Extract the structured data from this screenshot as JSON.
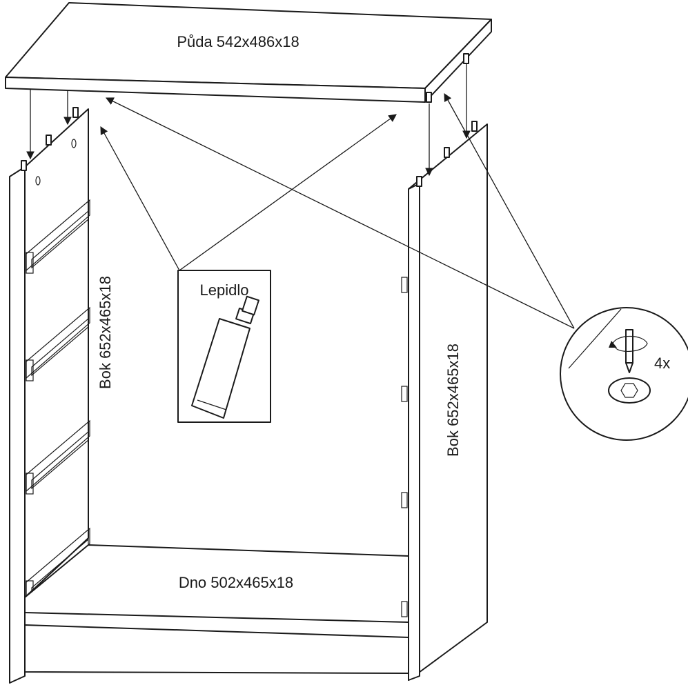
{
  "labels": {
    "top_panel": "Půda 542x486x18",
    "left_side": "Bok 652x465x18",
    "right_side": "Bok 652x465x18",
    "bottom_panel": "Dno 502x465x18",
    "glue": "Lepidlo",
    "screw_count": "4x"
  },
  "icons": {
    "glue": "glue-tube-icon",
    "screwdriver": "screwdriver-rotate-icon",
    "screw_head": "screw-cap-icon"
  }
}
